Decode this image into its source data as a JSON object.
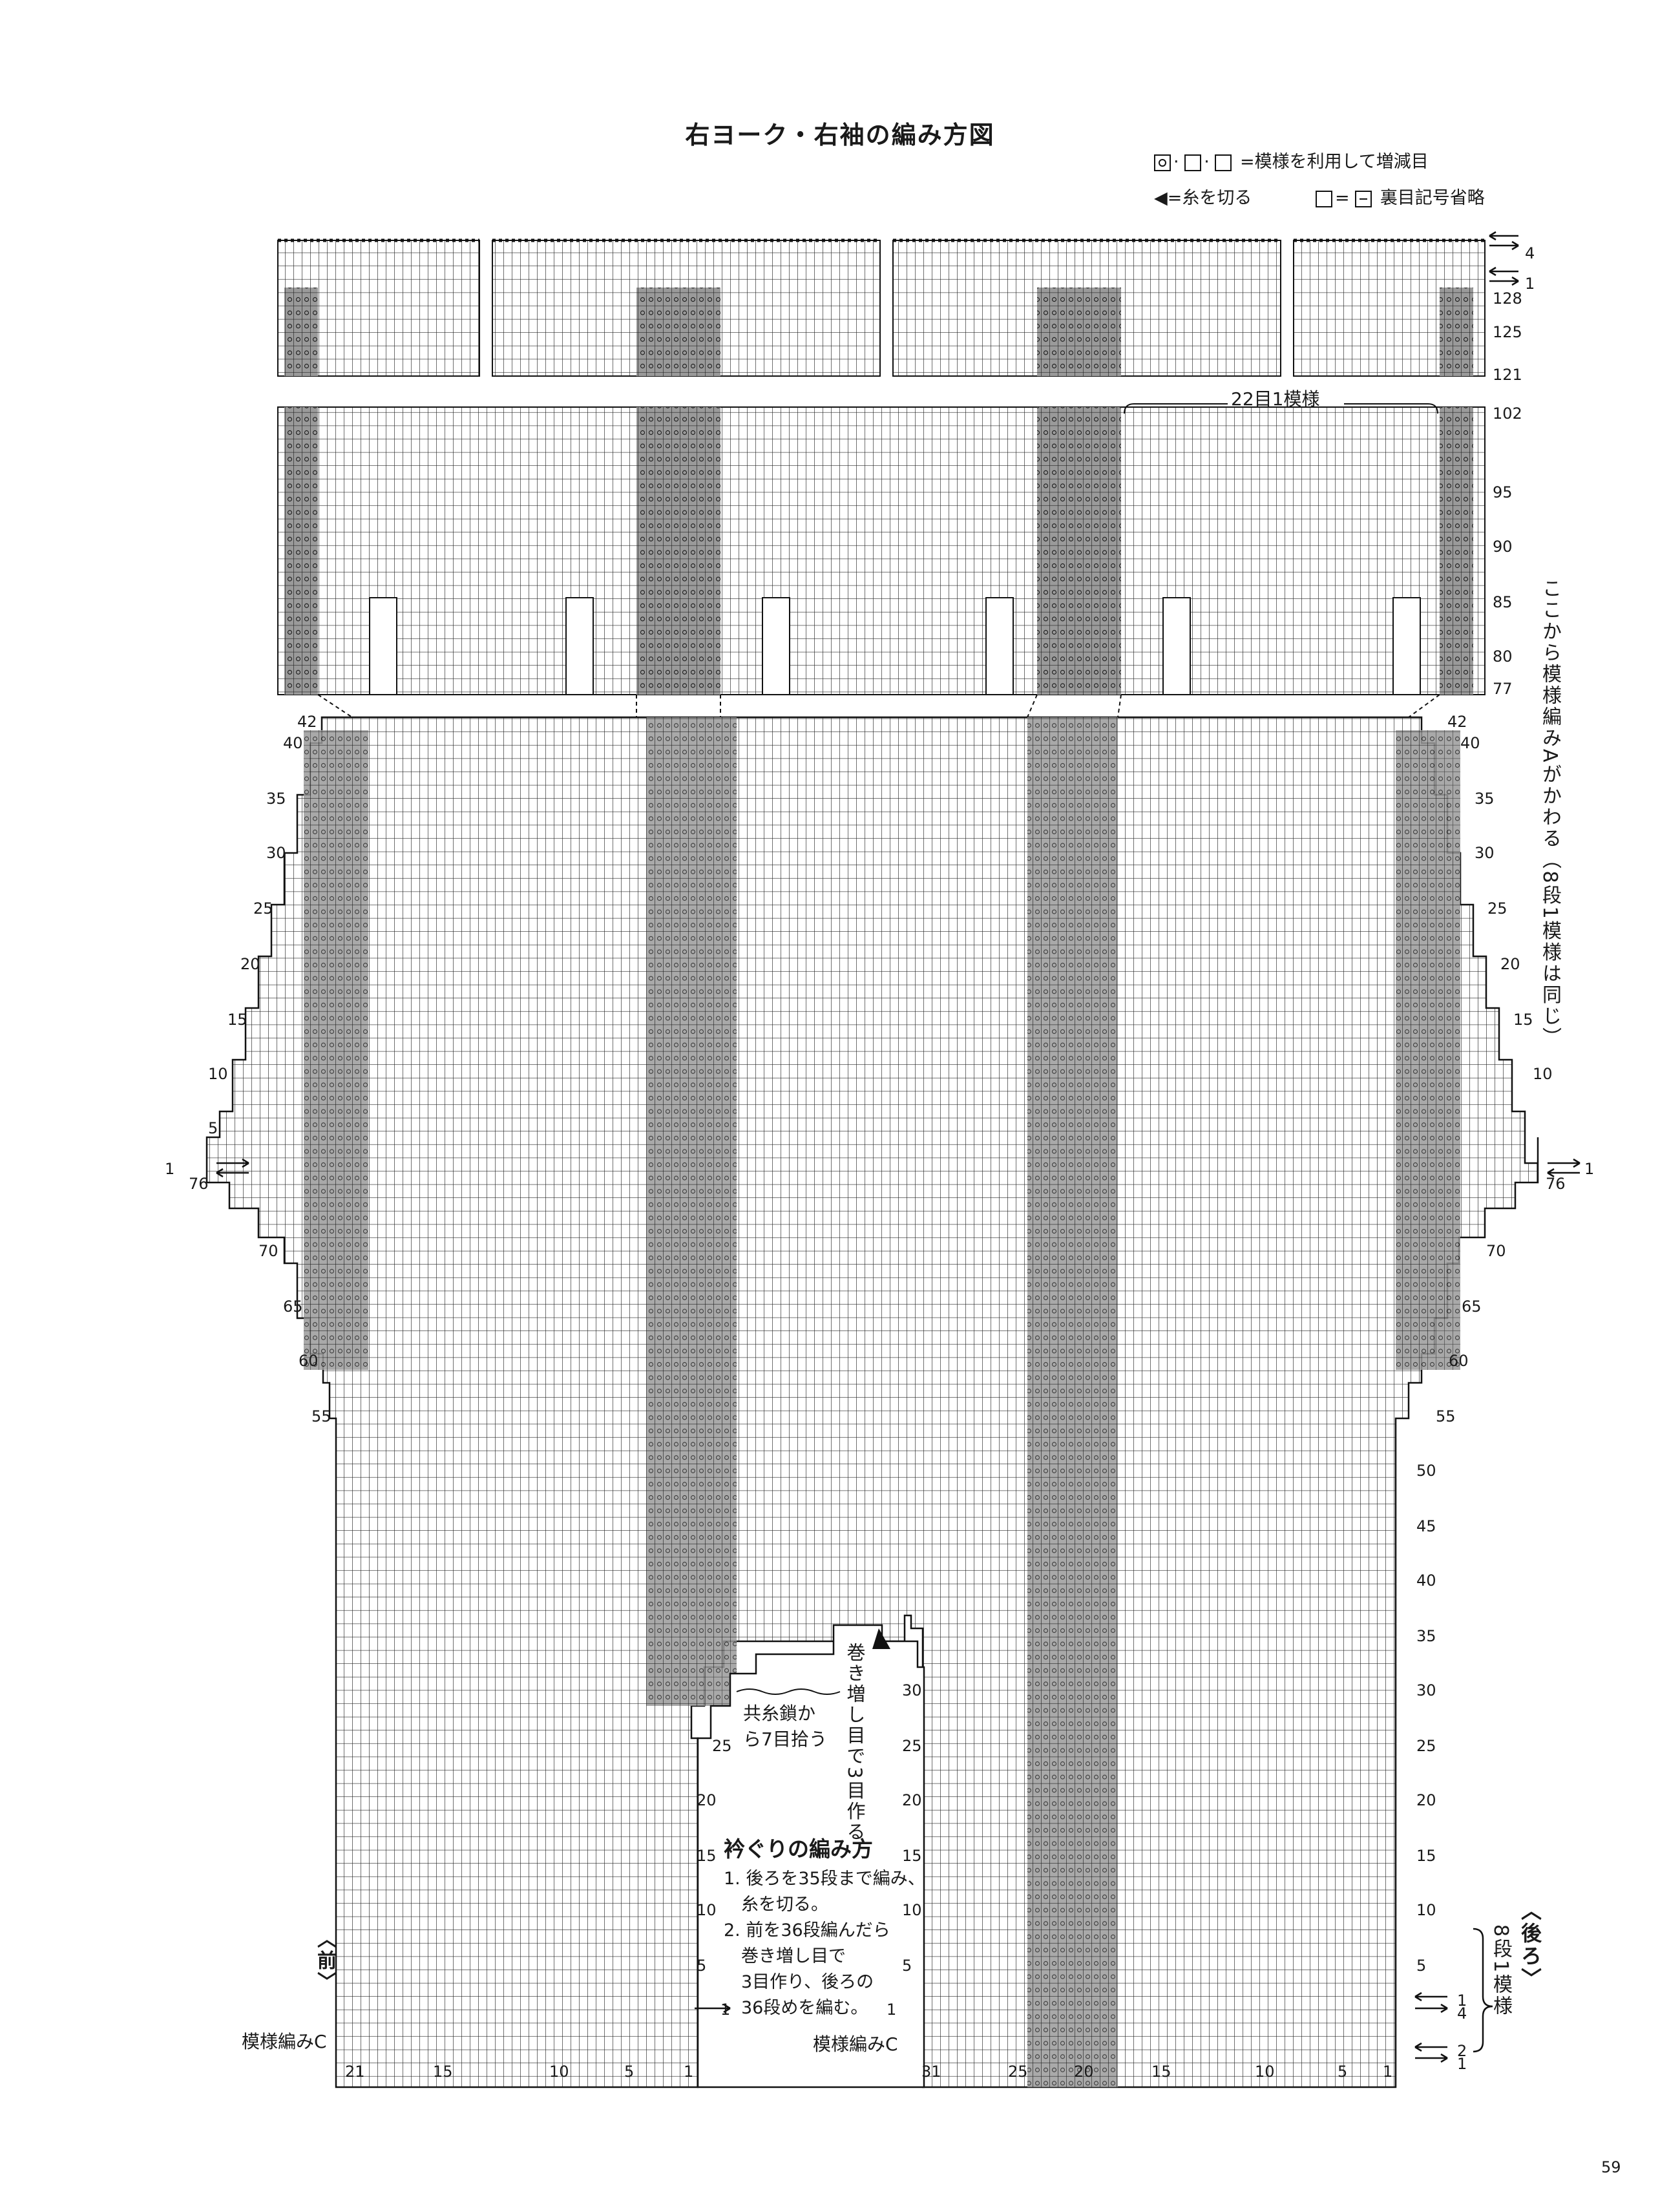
{
  "title": "右ヨーク・右袖の編み方図",
  "legend": {
    "increase_decrease": "=模様を利用して増減目",
    "cut_yarn": "◀=糸を切る",
    "purl_omitted": "裏目記号省略"
  },
  "repeat_label": "22目1模様",
  "pattern_change_note": "ここから模様編みAがかわる（8段1模様は同じ）",
  "yoke_row_labels": [
    "4",
    "1",
    "128",
    "125",
    "121",
    "102",
    "95",
    "90",
    "85",
    "80",
    "77"
  ],
  "body_row_labels": [
    "42",
    "40",
    "35",
    "30",
    "25",
    "20",
    "15",
    "10",
    "5",
    "1",
    "76",
    "70",
    "65",
    "60",
    "55",
    "50",
    "45",
    "40",
    "35",
    "30",
    "25",
    "20",
    "15",
    "10",
    "5",
    "1"
  ],
  "front_label": "〈前〉",
  "back_label": "〈後ろ〉",
  "repeat_8": "8段1模様",
  "pattern_c": "模様編みC",
  "front_col_labels": [
    "21",
    "15",
    "10",
    "5",
    "1"
  ],
  "back_col_labels": [
    "31",
    "25",
    "20",
    "15",
    "10",
    "5",
    "1"
  ],
  "neck_pickup": "共糸鎖から7目拾う",
  "cast_on_note": "巻き増し目で3目作る",
  "neck_title": "衿ぐりの編み方",
  "neck_steps": [
    "1. 後ろを35段まで編み、",
    "　糸を切る。",
    "2. 前を36段編んだら",
    "　巻き増し目で",
    "　3目作り、後ろの",
    "　36段めを編む。"
  ],
  "arrow_nums": [
    "4",
    "1",
    "1",
    "1",
    "1",
    "4",
    "2",
    "1"
  ],
  "page_number": "59"
}
